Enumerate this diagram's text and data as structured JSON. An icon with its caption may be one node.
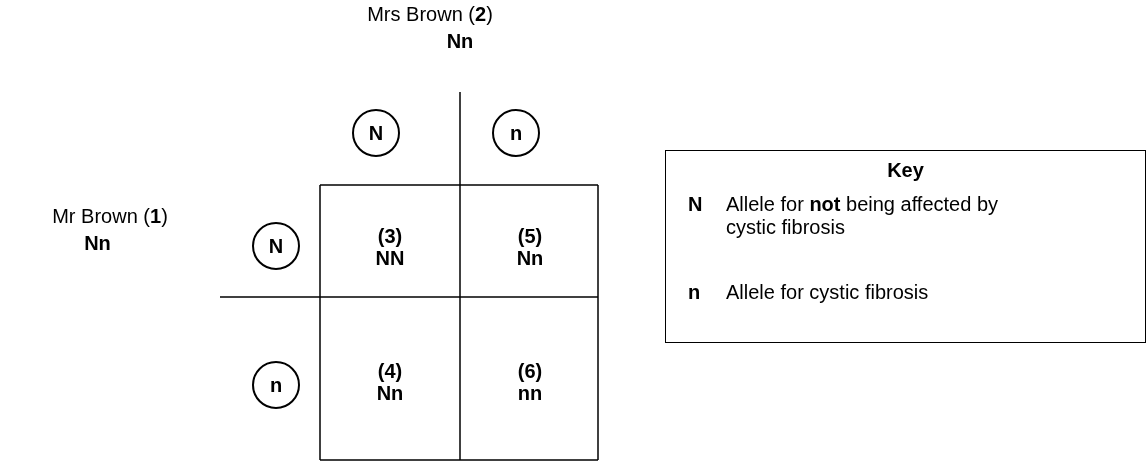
{
  "diagram": {
    "nodes": [
      {
        "text": [
          "N"
        ]
      },
      {
        "text": [
          "n"
        ]
      },
      {
        "text": [
          "N"
        ]
      },
      {
        "text": [
          "(3)",
          "NN"
        ]
      },
      {
        "text": [
          "(5)",
          "Nn"
        ]
      },
      {
        "text": [
          "n"
        ]
      },
      {
        "text": [
          "(4)",
          "Nn"
        ]
      },
      {
        "text": [
          "(6)",
          "nn"
        ]
      },
      {
        "text": [
          "Key",
          "N",
          "Allele for **not** being affected by cystic fibrosis",
          "n",
          "Allele for cystic fibrosis"
        ]
      }
    ],
    "edges": [],
    "labels": [
      "Mrs Brown (**2**)",
      "Nn",
      "Mr Brown (**1**)",
      "Nn"
    ]
  }
}
